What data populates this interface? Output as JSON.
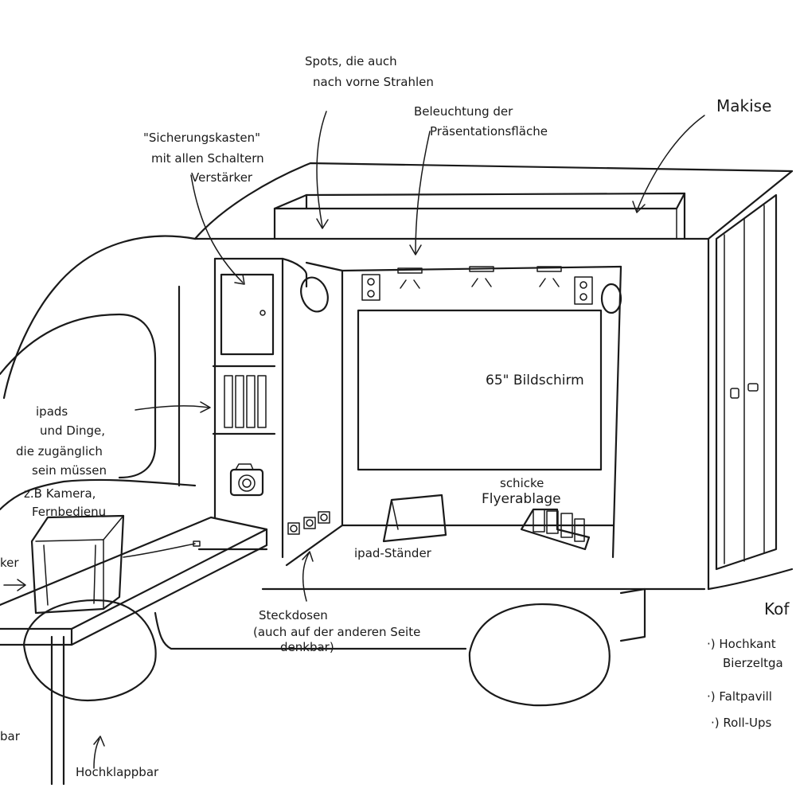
{
  "labels": {
    "spots_1": "Spots, die auch",
    "spots_2": "nach vorne Strahlen",
    "beleuchtung_1": "Beleuchtung der",
    "beleuchtung_2": "Präsentationsfläche",
    "markise": "Makise",
    "sicherung_1": "\"Sicherungskasten\"",
    "sicherung_2": "mit allen Schaltern",
    "verstaerker": "Verstärker",
    "ipads_1": "ipads",
    "ipads_2": "und Dinge,",
    "ipads_3": "die zugänglich",
    "ipads_4": "sein müssen",
    "kamera_1": "z.B Kamera,",
    "kamera_2": "Fernbedienu",
    "bildschirm": "65\" Bildschirm",
    "flyer_1": "schicke",
    "flyer_2": "Flyerablage",
    "ipad_staender": "ipad-Ständer",
    "steckdosen_1": "Steckdosen",
    "steckdosen_2": "(auch auf der anderen Seite",
    "steckdosen_3": "denkbar)",
    "hochklappbar": "Hochklappbar",
    "left_edge_1": "ker",
    "left_edge_2": "bar",
    "koffer": "Kof",
    "list_1": "·) Hochkant",
    "list_1b": "Bierzeltga",
    "list_2": "·) Faltpavill",
    "list_3": "·) Roll-Ups"
  }
}
